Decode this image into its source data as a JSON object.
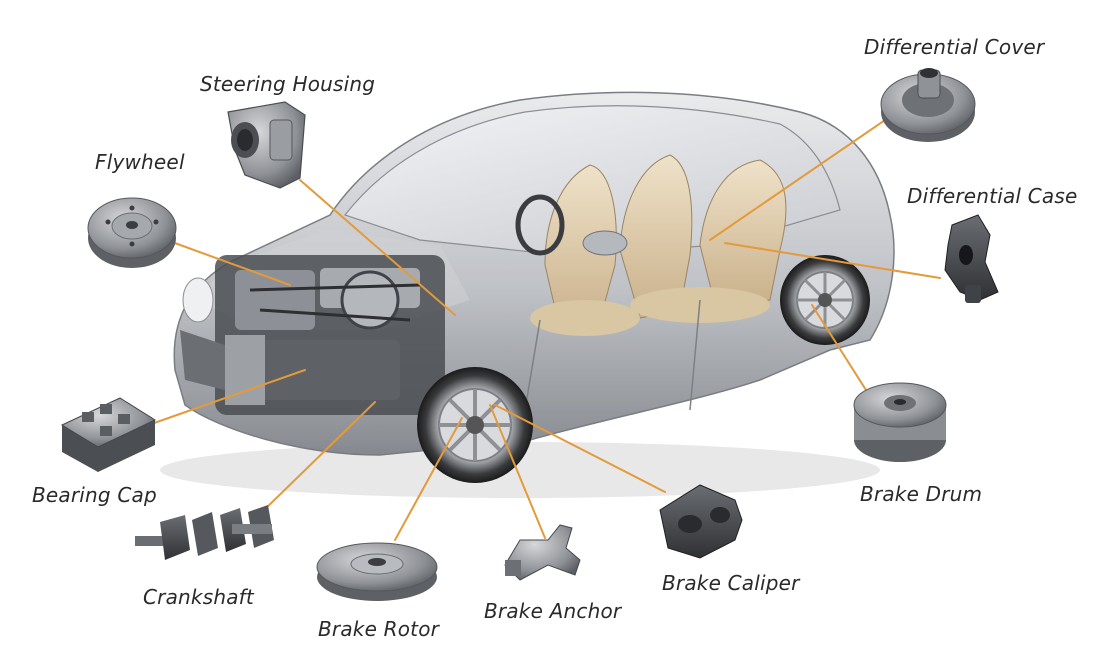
{
  "diagram": {
    "leader_color": "#E39A3B",
    "parts": [
      {
        "id": "steering-housing",
        "label": "Steering Housing"
      },
      {
        "id": "flywheel",
        "label": "Flywheel"
      },
      {
        "id": "differential-cover",
        "label": "Differential Cover"
      },
      {
        "id": "differential-case",
        "label": "Differential Case"
      },
      {
        "id": "bearing-cap",
        "label": "Bearing Cap"
      },
      {
        "id": "crankshaft",
        "label": "Crankshaft"
      },
      {
        "id": "brake-rotor",
        "label": "Brake Rotor"
      },
      {
        "id": "brake-anchor",
        "label": "Brake Anchor"
      },
      {
        "id": "brake-caliper",
        "label": "Brake Caliper"
      },
      {
        "id": "brake-drum",
        "label": "Brake Drum"
      }
    ]
  }
}
